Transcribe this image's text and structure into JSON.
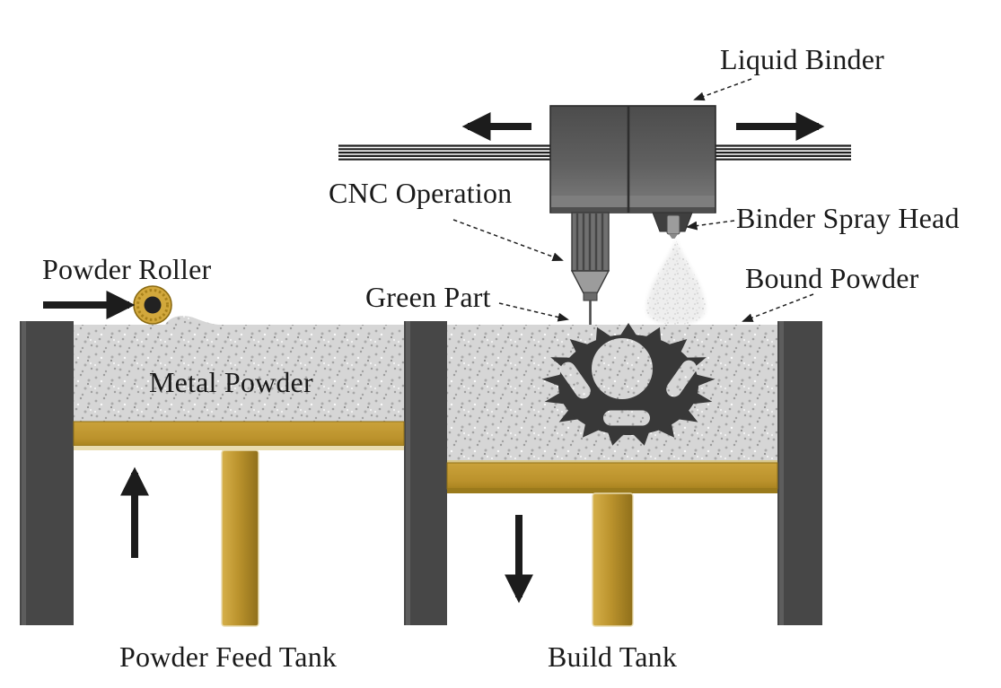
{
  "diagram": {
    "title_hint": "Binder jetting metal 3D printing process diagram",
    "labels": {
      "liquid_binder": "Liquid Binder",
      "binder_spray_head": "Binder Spray Head",
      "bound_powder": "Bound Powder",
      "cnc_operation": "CNC Operation",
      "green_part": "Green Part",
      "powder_roller": "Powder Roller",
      "metal_powder": "Metal Powder",
      "powder_feed_tank": "Powder Feed Tank",
      "build_tank": "Build Tank"
    },
    "icons": {
      "carriage_left_arrow": "solid-left-arrow",
      "carriage_right_arrow": "solid-right-arrow",
      "roller_direction_arrow": "solid-right-arrow",
      "feed_piston_arrow": "solid-up-arrow",
      "build_piston_arrow": "solid-down-arrow",
      "leader_style": "dashed-arrow"
    },
    "colors": {
      "gold": "#c49a35",
      "gold_light": "#d6b04a",
      "gold_dark": "#9a7a1c",
      "wall_gray": "#474747",
      "printhead_gray": "#5f5f5f",
      "gear_gray": "#383838",
      "powder_base": "#d6d6d6",
      "powder_speckle": "#a8a8a8",
      "arrow_black": "#1c1c1c",
      "text_color": "#1a1a1a"
    }
  }
}
